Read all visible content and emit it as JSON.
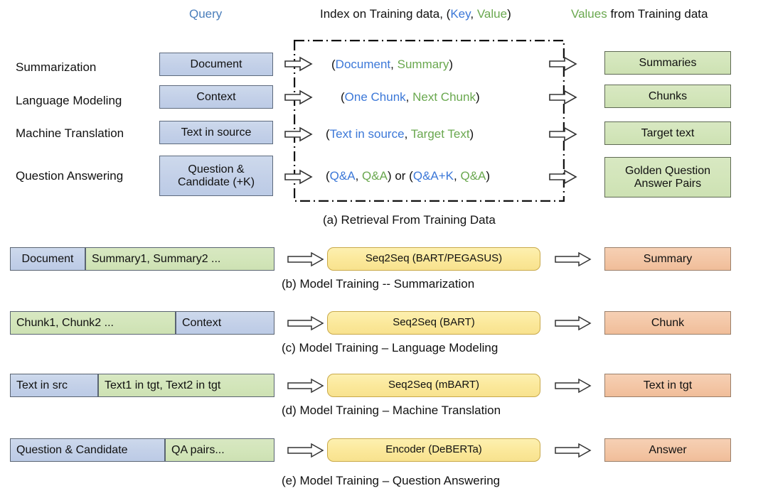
{
  "figure": {
    "title": "Retrieval From Training Data and Model Training pipelines",
    "colors": {
      "query_blue_text": "#4a7ebb",
      "value_green_text": "#6aa84f",
      "key_blue_text": "#3c78d8",
      "box_blue_fill": "#c5d2e9",
      "box_green_fill": "#d4e6bb",
      "box_yellow_fill": "#fbe89a",
      "box_orange_fill": "#f3c5a4",
      "border": "#5a6472",
      "dash_border": "#111111"
    }
  },
  "headers": {
    "query": "Query",
    "index_prefix": "Index on Training data, (",
    "index_key": "Key",
    "index_sep": ", ",
    "index_value": "Value",
    "index_suffix": ")",
    "values_word": "Values",
    "values_rest": " from Training data"
  },
  "retrieval": {
    "caption": "(a) Retrieval From Training Data",
    "rows": [
      {
        "task": "Summarization",
        "query_box": "Document",
        "pair": {
          "key": "Document",
          "value": "Summary",
          "open": "(",
          "sep": ", ",
          "close": ")"
        },
        "result_box": "Summaries"
      },
      {
        "task": "Language Modeling",
        "query_box": "Context",
        "pair": {
          "key": "One Chunk",
          "value": "Next Chunk",
          "open": "(",
          "sep": ", ",
          "close": ")"
        },
        "result_box": "Chunks"
      },
      {
        "task": "Machine Translation",
        "query_box": "Text in source",
        "pair": {
          "key": "Text in source",
          "value": "Target Text",
          "open": "(",
          "sep": ", ",
          "close": ")"
        },
        "result_box": "Target text"
      },
      {
        "task": "Question Answering",
        "query_box": "Question &\nCandidate (+K)",
        "query_box_line1": "Question &",
        "query_box_line2": "Candidate (+K)",
        "pair": {
          "key": "Q&A",
          "value": "Q&A",
          "open": "(",
          "sep": ", ",
          "close": ")",
          "conj": " or ",
          "key2": "Q&A+K",
          "value2": "Q&A"
        },
        "result_box_line1": "Golden Question",
        "result_box_line2": "Answer Pairs"
      }
    ]
  },
  "training": {
    "rows": [
      {
        "id": "b",
        "caption": "(b) Model Training -- Summarization",
        "input_left": "Document",
        "input_left_type": "blue",
        "input_right": "Summary1, Summary2 ...",
        "input_right_type": "green",
        "model": "Seq2Seq (BART/PEGASUS)",
        "output": "Summary"
      },
      {
        "id": "c",
        "caption": "(c) Model Training – Language Modeling",
        "input_left": "Chunk1, Chunk2 ...",
        "input_left_type": "green",
        "input_right": "Context",
        "input_right_type": "blue",
        "model": "Seq2Seq (BART)",
        "output": "Chunk"
      },
      {
        "id": "d",
        "caption": "(d) Model Training – Machine Translation",
        "input_left": "Text in src",
        "input_left_type": "blue",
        "input_right": "Text1 in tgt, Text2 in tgt",
        "input_right_type": "green",
        "model": "Seq2Seq (mBART)",
        "output": "Text in tgt"
      },
      {
        "id": "e",
        "caption": "(e) Model Training – Question Answering",
        "input_left": "Question & Candidate",
        "input_left_type": "blue",
        "input_right": "QA pairs...",
        "input_right_type": "green",
        "model": "Encoder (DeBERTa)",
        "output": "Answer"
      }
    ]
  }
}
